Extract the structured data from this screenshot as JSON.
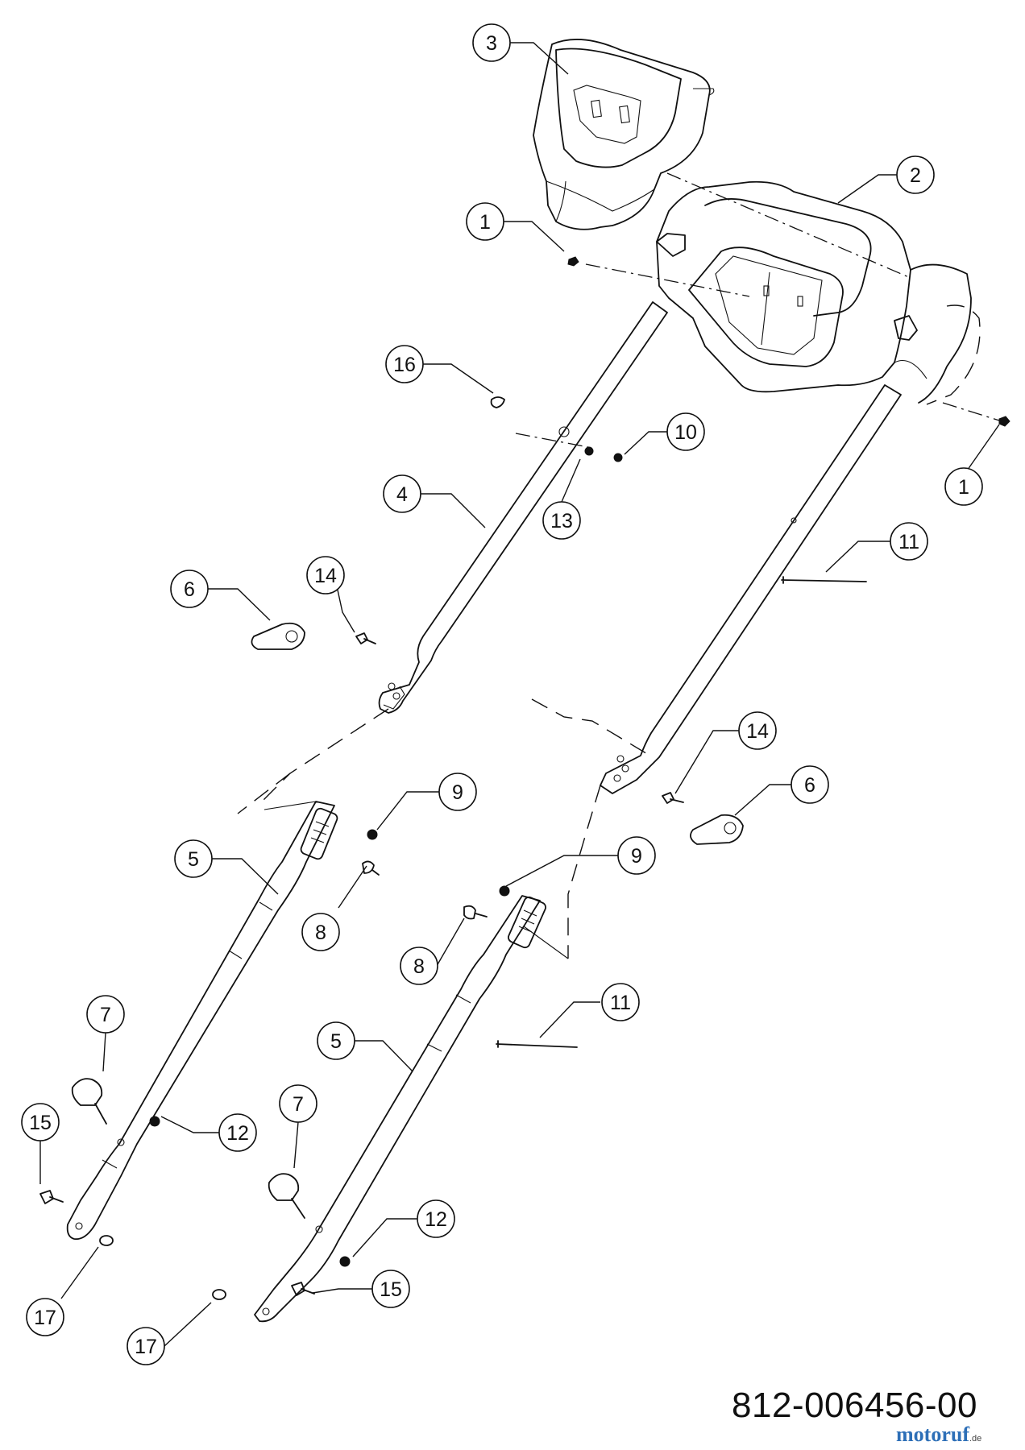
{
  "diagram": {
    "part_number": "812-006456-00",
    "watermark_text": "motoruf",
    "watermark_suffix": ".de",
    "callouts": [
      {
        "id": "c3",
        "label": "3"
      },
      {
        "id": "c2",
        "label": "2"
      },
      {
        "id": "c1a",
        "label": "1"
      },
      {
        "id": "c16",
        "label": "16"
      },
      {
        "id": "c10",
        "label": "10"
      },
      {
        "id": "c13",
        "label": "13"
      },
      {
        "id": "c1b",
        "label": "1"
      },
      {
        "id": "c4",
        "label": "4"
      },
      {
        "id": "c11a",
        "label": "11"
      },
      {
        "id": "c6a",
        "label": "6"
      },
      {
        "id": "c14a",
        "label": "14"
      },
      {
        "id": "c14b",
        "label": "14"
      },
      {
        "id": "c6b",
        "label": "6"
      },
      {
        "id": "c9a",
        "label": "9"
      },
      {
        "id": "c5a",
        "label": "5"
      },
      {
        "id": "c9b",
        "label": "9"
      },
      {
        "id": "c8a",
        "label": "8"
      },
      {
        "id": "c8b",
        "label": "8"
      },
      {
        "id": "c11b",
        "label": "11"
      },
      {
        "id": "c7a",
        "label": "7"
      },
      {
        "id": "c5b",
        "label": "5"
      },
      {
        "id": "c15a",
        "label": "15"
      },
      {
        "id": "c12a",
        "label": "12"
      },
      {
        "id": "c7b",
        "label": "7"
      },
      {
        "id": "c12b",
        "label": "12"
      },
      {
        "id": "c17a",
        "label": "17"
      },
      {
        "id": "c15b",
        "label": "15"
      },
      {
        "id": "c17b",
        "label": "17"
      }
    ]
  }
}
